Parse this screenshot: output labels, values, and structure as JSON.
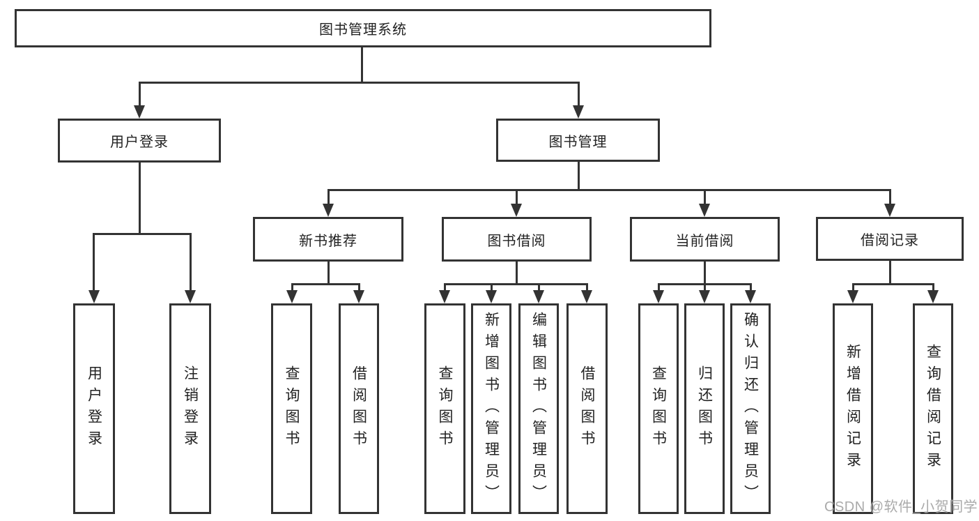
{
  "watermark": "CSDN @软件_小贺同学",
  "colors": {
    "line": "#333333",
    "text": "#222222",
    "background": "#ffffff",
    "watermark": "#9e9e9e"
  },
  "tree": {
    "root": {
      "label": "图书管理系统",
      "children": [
        {
          "label": "用户登录",
          "children": [
            {
              "label": "用户登录"
            },
            {
              "label": "注销登录"
            }
          ]
        },
        {
          "label": "图书管理",
          "children": [
            {
              "label": "新书推荐",
              "children": [
                {
                  "label": "查询图书"
                },
                {
                  "label": "借阅图书"
                }
              ]
            },
            {
              "label": "图书借阅",
              "children": [
                {
                  "label": "查询图书"
                },
                {
                  "label": "新增图书（管理员）"
                },
                {
                  "label": "编辑图书（管理员）"
                },
                {
                  "label": "借阅图书"
                }
              ]
            },
            {
              "label": "当前借阅",
              "children": [
                {
                  "label": "查询图书"
                },
                {
                  "label": "归还图书"
                },
                {
                  "label": "确认归还（管理员）"
                }
              ]
            },
            {
              "label": "借阅记录",
              "children": [
                {
                  "label": "新增借阅记录"
                },
                {
                  "label": "查询借阅记录"
                }
              ]
            }
          ]
        }
      ]
    }
  }
}
